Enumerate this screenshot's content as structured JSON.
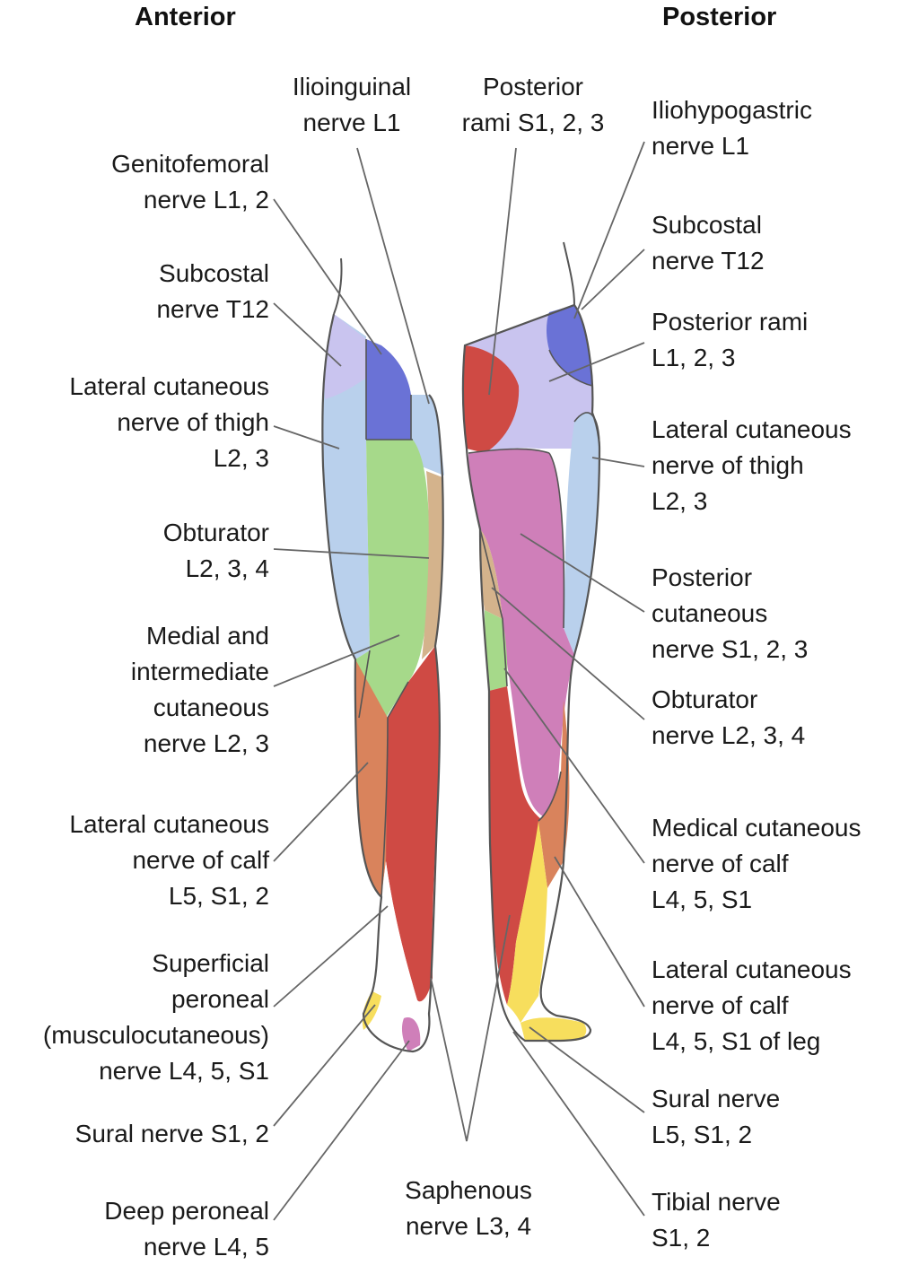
{
  "headings": {
    "anterior": "Anterior",
    "posterior": "Posterior"
  },
  "labels": {
    "ilioinguinal": [
      "Ilioinguinal",
      "nerve L1"
    ],
    "posterior_rami_s": [
      "Posterior",
      "rami S1, 2, 3"
    ],
    "iliohypogastric": [
      "Iliohypogastric",
      "nerve L1"
    ],
    "genitofemoral": [
      "Genitofemoral",
      "nerve L1, 2"
    ],
    "subcostal_ant": [
      "Subcostal",
      "nerve T12"
    ],
    "subcostal_post": [
      "Subcostal",
      "nerve T12"
    ],
    "posterior_rami_l": [
      "Posterior rami",
      "L1, 2, 3"
    ],
    "lat_cut_thigh_ant": [
      "Lateral cutaneous",
      "nerve of thigh",
      "L2, 3"
    ],
    "lat_cut_thigh_post": [
      "Lateral cutaneous",
      "nerve of thigh",
      "L2, 3"
    ],
    "obturator_ant": [
      "Obturator",
      "L2, 3, 4"
    ],
    "post_cutaneous": [
      "Posterior",
      "cutaneous",
      "nerve S1, 2, 3"
    ],
    "medial_intermediate": [
      "Medial and",
      "intermediate",
      "cutaneous",
      "nerve L2, 3"
    ],
    "obturator_post": [
      "Obturator",
      "nerve L2, 3, 4"
    ],
    "lat_cut_calf_ant": [
      "Lateral cutaneous",
      "nerve of calf",
      "L5, S1, 2"
    ],
    "medical_cut_calf": [
      "Medical cutaneous",
      "nerve of calf",
      "L4, 5, S1"
    ],
    "superficial_peroneal": [
      "Superficial",
      "peroneal",
      "(musculocutaneous)",
      "nerve L4, 5, S1"
    ],
    "lat_cut_calf_post": [
      "Lateral cutaneous",
      "nerve of calf",
      "L4, 5, S1 of leg"
    ],
    "sural_ant": [
      "Sural nerve S1, 2"
    ],
    "sural_post": [
      "Sural nerve",
      "L5, S1, 2"
    ],
    "saphenous": [
      "Saphenous",
      "nerve L3, 4"
    ],
    "deep_peroneal": [
      "Deep peroneal",
      "nerve L4, 5"
    ],
    "tibial": [
      "Tibial nerve",
      "S1, 2"
    ]
  },
  "colors": {
    "lavender": "#c9c4ef",
    "blue": "#6a72d6",
    "light_blue": "#b9d0ec",
    "green": "#a6d98a",
    "tan": "#d4b38c",
    "orange": "#d9835c",
    "red": "#cf4a44",
    "pink": "#cf7fb9",
    "yellow": "#f7de5d",
    "outline": "#555555",
    "leader": "#666666"
  }
}
